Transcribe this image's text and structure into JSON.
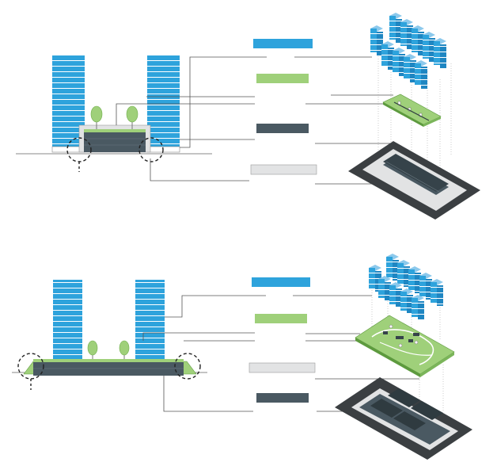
{
  "colors": {
    "tower": "#2ea3dc",
    "tower_dark": "#1a7fb8",
    "green": "#9fd07a",
    "green_dark": "#5d9a3e",
    "slab": "#4a5962",
    "slab_dark": "#36434a",
    "light_grey": "#e2e3e4",
    "platform": "#3b3f42",
    "line": "#555555"
  },
  "diagrams": [
    {
      "id": "top",
      "legend_keys": [
        {
          "name": "tower-key",
          "color": "#2ea3dc"
        },
        {
          "name": "green-key",
          "color": "#9fd07a"
        },
        {
          "name": "slab-key",
          "color": "#4a5962"
        },
        {
          "name": "ground-key",
          "color": "#e2e3e4"
        }
      ]
    },
    {
      "id": "bottom",
      "legend_keys": [
        {
          "name": "tower-key",
          "color": "#2ea3dc"
        },
        {
          "name": "green-key",
          "color": "#9fd07a"
        },
        {
          "name": "ground-key",
          "color": "#e2e3e4"
        },
        {
          "name": "slab-key",
          "color": "#4a5962"
        }
      ]
    }
  ]
}
